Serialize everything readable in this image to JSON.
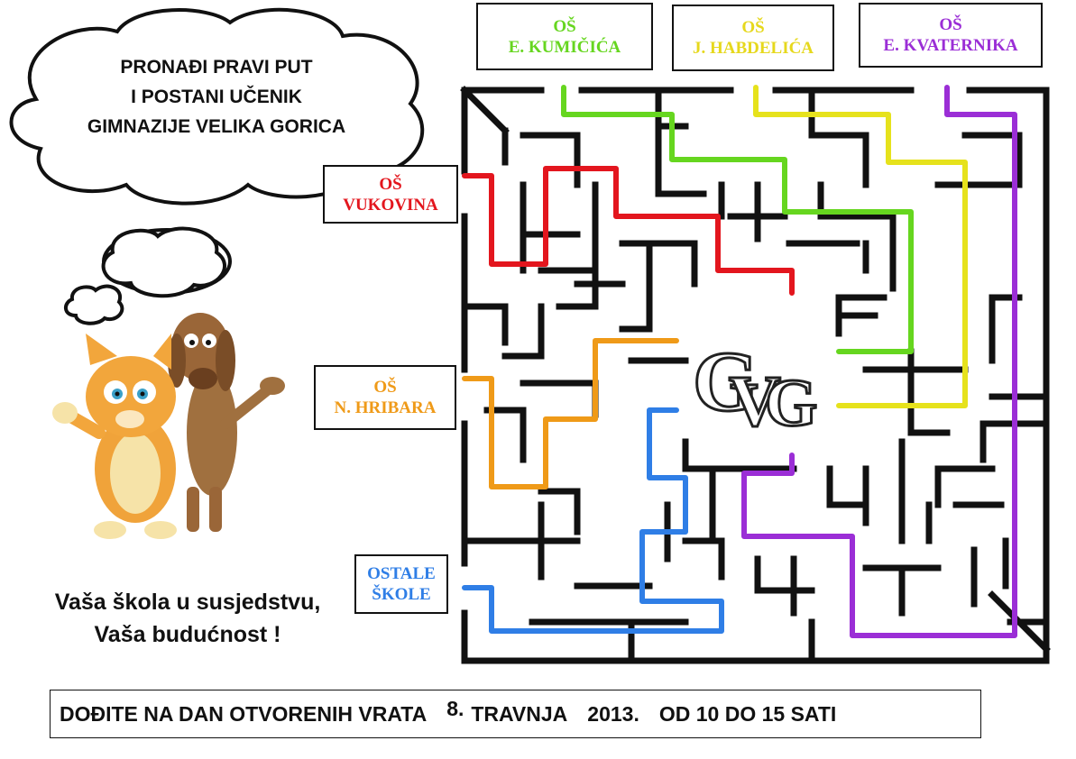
{
  "cloud": {
    "line1": "PRONAĐI PRAVI PUT",
    "line2": "I POSTANI UČENIK",
    "line3": "GIMNAZIJE VELIKA GORICA"
  },
  "schools": {
    "kumicica": {
      "line1": "OŠ",
      "line2": "E. KUMIČIĆA",
      "color": "#66d61f"
    },
    "habdelica": {
      "line1": "OŠ",
      "line2": "J. HABDELIĆA",
      "color": "#e6e21c"
    },
    "kvaternika": {
      "line1": "OŠ",
      "line2": "E. KVATERNIKA",
      "color": "#9b2ed6"
    },
    "vukovina": {
      "line1": "OŠ",
      "line2": "VUKOVINA",
      "color": "#e3161e"
    },
    "hribara": {
      "line1": "OŠ",
      "line2": "N. HRIBARA",
      "color": "#ef9a18"
    },
    "ostale": {
      "line1": "OSTALE",
      "line2": "ŠKOLE",
      "color": "#2f7ee6"
    }
  },
  "logo": {
    "letters": "GVG"
  },
  "slogan": {
    "line1": "Vaša škola u susjedstvu,",
    "line2": "Vaša budućnost !"
  },
  "footer": {
    "part1": "DOĐITE NA DAN OTVORENIH VRATA",
    "part2": "8.",
    "part3": "TRAVNJA",
    "part4": "2013.",
    "part5": "OD 10 DO 15 SATI"
  }
}
